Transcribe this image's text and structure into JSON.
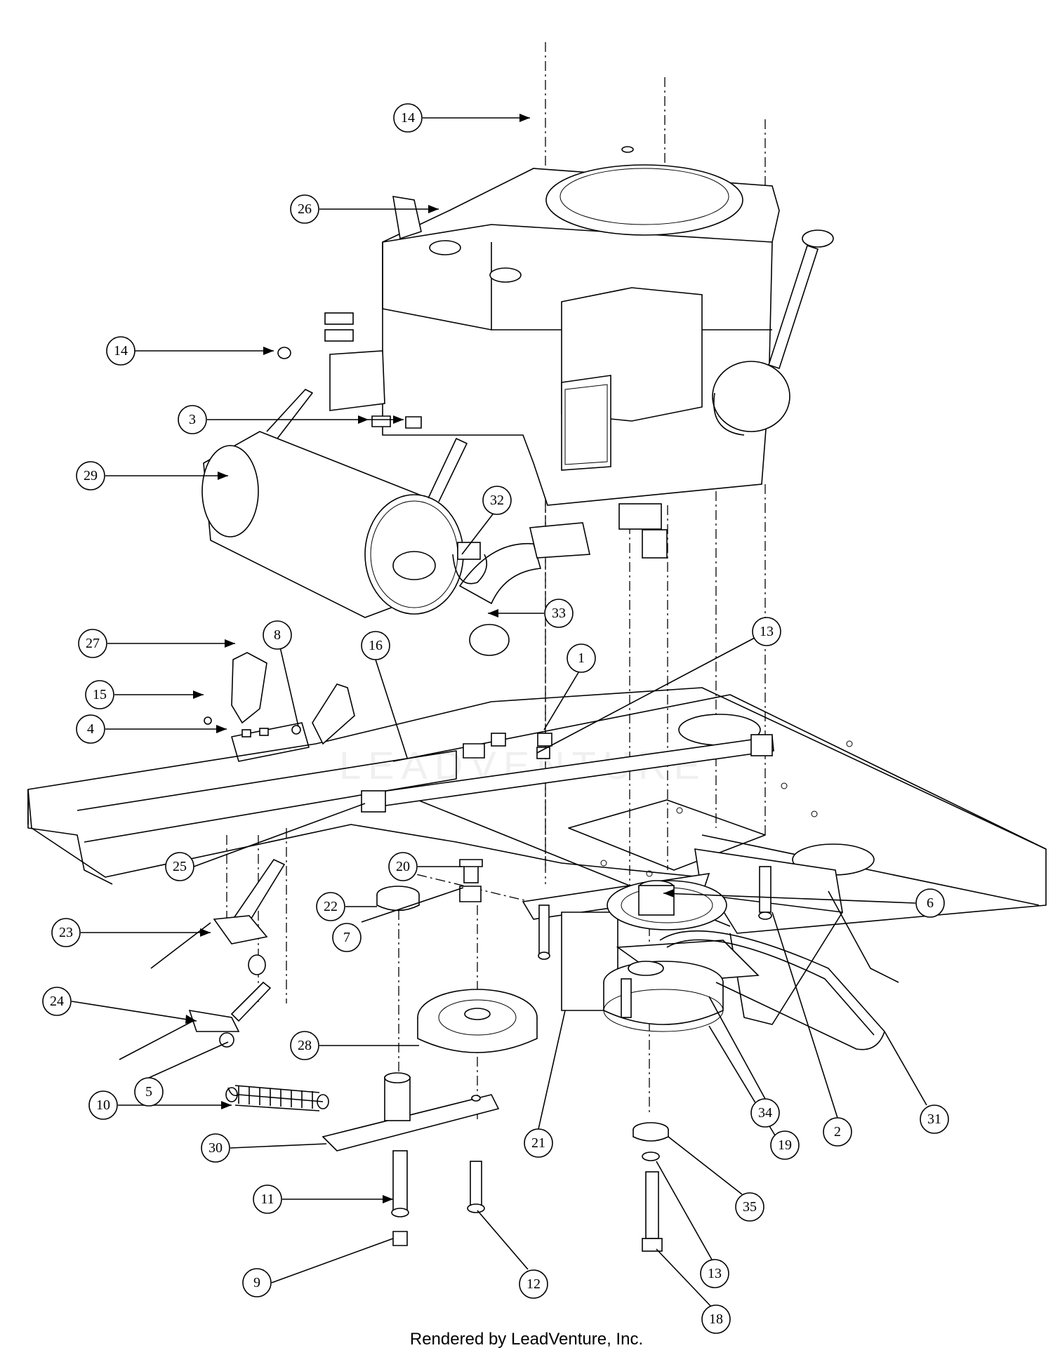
{
  "watermark": "LEADVENTURE",
  "footer": "Rendered by LeadVenture, Inc.",
  "callouts": [
    {
      "id": "c14a",
      "label": "14"
    },
    {
      "id": "c26",
      "label": "26"
    },
    {
      "id": "c14b",
      "label": "14"
    },
    {
      "id": "c3",
      "label": "3"
    },
    {
      "id": "c29",
      "label": "29"
    },
    {
      "id": "c32",
      "label": "32"
    },
    {
      "id": "c33",
      "label": "33"
    },
    {
      "id": "c27",
      "label": "27"
    },
    {
      "id": "c8",
      "label": "8"
    },
    {
      "id": "c15",
      "label": "15"
    },
    {
      "id": "c16",
      "label": "16"
    },
    {
      "id": "c1",
      "label": "1"
    },
    {
      "id": "c13a",
      "label": "13"
    },
    {
      "id": "c4",
      "label": "4"
    },
    {
      "id": "c25",
      "label": "25"
    },
    {
      "id": "c20",
      "label": "20"
    },
    {
      "id": "c23",
      "label": "23"
    },
    {
      "id": "c22",
      "label": "22"
    },
    {
      "id": "c7",
      "label": "7"
    },
    {
      "id": "c6",
      "label": "6"
    },
    {
      "id": "c24",
      "label": "24"
    },
    {
      "id": "c28",
      "label": "28"
    },
    {
      "id": "c5",
      "label": "5"
    },
    {
      "id": "c34",
      "label": "34"
    },
    {
      "id": "c2",
      "label": "2"
    },
    {
      "id": "c31",
      "label": "31"
    },
    {
      "id": "c10",
      "label": "10"
    },
    {
      "id": "c21",
      "label": "21"
    },
    {
      "id": "c19",
      "label": "19"
    },
    {
      "id": "c30",
      "label": "30"
    },
    {
      "id": "c35",
      "label": "35"
    },
    {
      "id": "c11",
      "label": "11"
    },
    {
      "id": "c13b",
      "label": "13"
    },
    {
      "id": "c12",
      "label": "12"
    },
    {
      "id": "c9",
      "label": "9"
    },
    {
      "id": "c18",
      "label": "18"
    }
  ]
}
